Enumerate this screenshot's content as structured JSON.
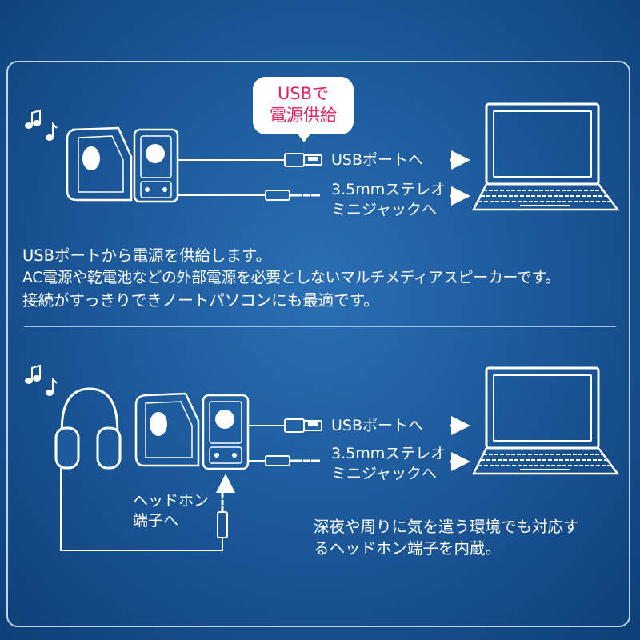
{
  "top": {
    "bubble": "USBで\n電源供給",
    "usb_label": "USBポートへ",
    "jack_label_1": "3.5mmステレオ",
    "jack_label_2": "ミニジャックへ",
    "desc_lines": [
      "USBポートから電源を供給します。",
      "AC電源や乾電池などの外部電源を必要としないマルチメディアスピーカーです。",
      "接続がすっきりできノートパソコンにも最適です。"
    ]
  },
  "bottom": {
    "usb_label": "USBポートへ",
    "jack_label_1": "3.5mmステレオ",
    "jack_label_2": "ミニジャックへ",
    "headphone_label_1": "ヘッドホン",
    "headphone_label_2": "端子へ",
    "desc_lines": [
      "深夜や周りに気を遣う環境でも対応す",
      "るヘッドホン端子を内蔵。"
    ]
  },
  "icons": {
    "music_note": "♪",
    "arrow": "➔"
  },
  "colors": {
    "background": "#1d5a9c",
    "bubble_text": "#e0245e",
    "line": "#ffffff"
  }
}
